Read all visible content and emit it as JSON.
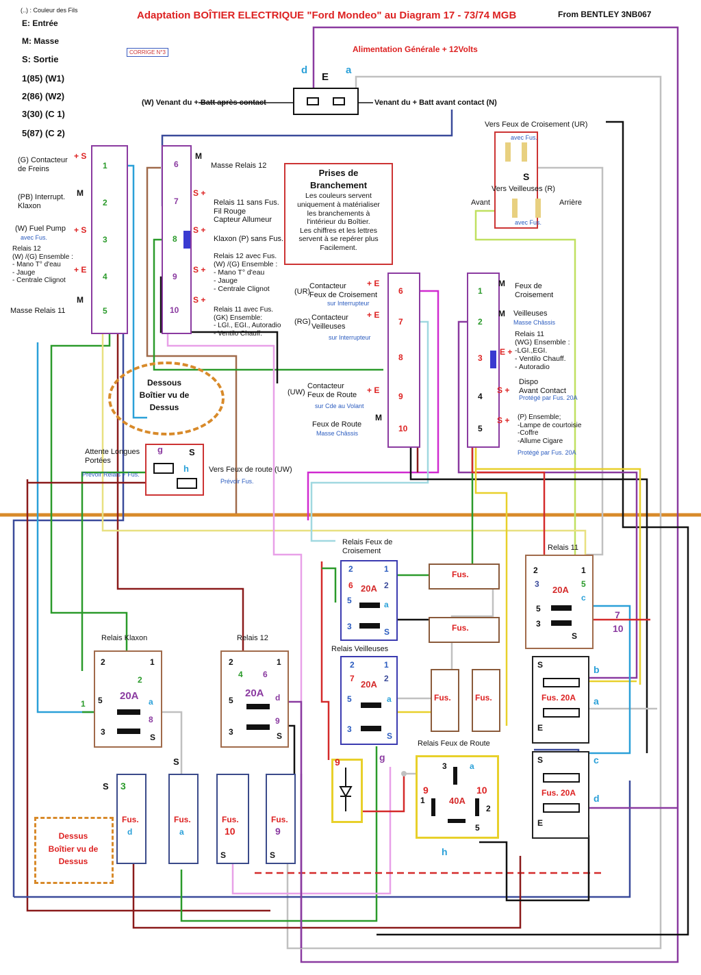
{
  "legend": {
    "items": [
      "(..) : Couleur des Fils",
      "E: Entrée",
      "M: Masse",
      "S: Sortie",
      "1(85)  (W1)",
      "2(86)  (W2)",
      "3(30)  (C 1)",
      "5(87)  (C 2)"
    ],
    "corrige": "CORRIGE N°3"
  },
  "header": {
    "title": "Adaptation BOÎTIER ELECTRIQUE \"Ford Mondeo\" au Diagram 17 - 73/74 MGB",
    "source": "From BENTLEY 3NB067",
    "supply": "Alimentation Générale + 12Volts",
    "batt_left": "(W)  Venant du + Batt après contact",
    "batt_right": "Venant du + Batt avant contact  (N)",
    "d": "d",
    "e": "E",
    "a": "a"
  },
  "left_connector": {
    "rows": [
      {
        "label": "(G) Contacteur\nde Freins",
        "type": "+ S",
        "num": "1"
      },
      {
        "label": "(PB) Interrupt.\nKlaxon",
        "type": "M",
        "num": "2"
      },
      {
        "label": "(W) Fuel Pump",
        "sub": "avec Fus.",
        "type": "+ S",
        "num": "3"
      },
      {
        "label": "Relais 12\n(W) /(G) Ensemble :\n- Mano T° d'eau\n- Jauge\n- Centrale Clignot",
        "type": "+ E",
        "num": "4"
      },
      {
        "label": "Masse Relais 11",
        "type": "M",
        "num": "5"
      }
    ]
  },
  "mid_connector": {
    "rows": [
      {
        "num": "6",
        "type": "M",
        "label": "Masse Relais 12"
      },
      {
        "num": "7",
        "type": "S +",
        "label": "Relais 11 sans Fus.\nFil Rouge\nCapteur Allumeur"
      },
      {
        "num": "8",
        "type": "S +",
        "label": "Klaxon  (P) sans Fus."
      },
      {
        "num": "9",
        "type": "S +",
        "label": "Relais 12 avec Fus.\n(W) /(G) Ensemble :\n- Mano T° d'eau\n- Jauge\n- Centrale Clignot"
      },
      {
        "num": "10",
        "type": "S +",
        "label": "Relais 11 avec Fus.\n(GK) Ensemble:\n- LGI., EGI., Autoradio\n- Ventilo Chauff."
      }
    ]
  },
  "note": {
    "title": "Prises de\nBranchement",
    "text": "Les couleurs  servent\nuniquement à matérialiser\nles branchements à\nl'intérieur du Boîtier.\nLes chiffres et les lettres\nservent à se repérer plus\nFacilement."
  },
  "top_right": {
    "croisement": "Vers Feux de Croisement (UR)",
    "avec_fus": "avec Fus.",
    "s": "S",
    "veilleuses": "Vers Veilleuses (R)",
    "avant": "Avant",
    "arriere": "Arrière"
  },
  "center_connector": {
    "rows": [
      {
        "label": "Contacteur\nFeux de Croisement",
        "tag": "(UR)",
        "sub": "sur Interrupteur",
        "type": "+ E",
        "num": "6"
      },
      {
        "label": "Contacteur\nVeilleuses",
        "tag": "(RG)",
        "sub": "sur Interrupteur",
        "type": "+ E",
        "num": "7"
      },
      {
        "label": "",
        "tag": "",
        "sub": "",
        "type": "",
        "num": "8"
      },
      {
        "label": "Contacteur\nFeux de Route",
        "tag": "(UW)",
        "sub": "sur Cde au Volant",
        "type": "+ E",
        "num": "9"
      },
      {
        "label": "Feux de Route",
        "tag": "",
        "sub": "Masse Châssis",
        "type": "M",
        "num": "10"
      }
    ]
  },
  "right_connector": {
    "rows": [
      {
        "num": "1",
        "type": "M",
        "label": "Feux de\nCroisement"
      },
      {
        "num": "2",
        "type": "M",
        "label": "Veilleuses",
        "sub": "Masse Châssis"
      },
      {
        "num": "3",
        "type": "E +",
        "label": "Relais 11\n(WG) Ensemble :\n-LGI.,EGI.\n- Ventilo Chauff.\n- Autoradio"
      },
      {
        "num": "4",
        "type": "S +",
        "label": "Dispo\nAvant Contact",
        "sub": "Protégé par Fus. 20A"
      },
      {
        "num": "5",
        "type": "S +",
        "label": "(P) Ensemble;\n-Lampe de courtoisie\n-Coffre\n-Allume Cigare",
        "sub": "Protégé par Fus. 20A"
      }
    ]
  },
  "dessous": "Dessous\nBoîtier vu de\nDessus",
  "dessus": "Dessus\nBoîtier vu de\nDessus",
  "attente": {
    "label": "Attente Longues\nPortées",
    "sub": "Prévoir Relais + Fus.",
    "g": "g",
    "h": "h",
    "s": "S"
  },
  "uw": {
    "label": "Vers Feux de route (UW)",
    "sub": "Prévoir Fus."
  },
  "relays": {
    "klaxon": {
      "title": "Relais Klaxon",
      "amp": "20A"
    },
    "r12": {
      "title": "Relais 12",
      "amp": "20A"
    },
    "croisement": {
      "title": "Relais Feux de\nCroisement",
      "amp": "20A"
    },
    "veilleuses": {
      "title": "Relais  Veilleuses",
      "amp": "20A"
    },
    "r11": {
      "title": "Relais  11",
      "amp": "20A"
    },
    "route": {
      "title": "Relais Feux de Route",
      "amp": "40A"
    }
  },
  "fuses": {
    "fus": "Fus.",
    "fus20": "Fus. 20A"
  },
  "colors": {
    "red": "#d42a2a",
    "blue": "#2a5bbf",
    "green": "#2a9a2a",
    "purple": "#8a3aa0",
    "orange": "#d88a2a",
    "brown": "#a06a4a",
    "darkred": "#8a1a1a"
  }
}
